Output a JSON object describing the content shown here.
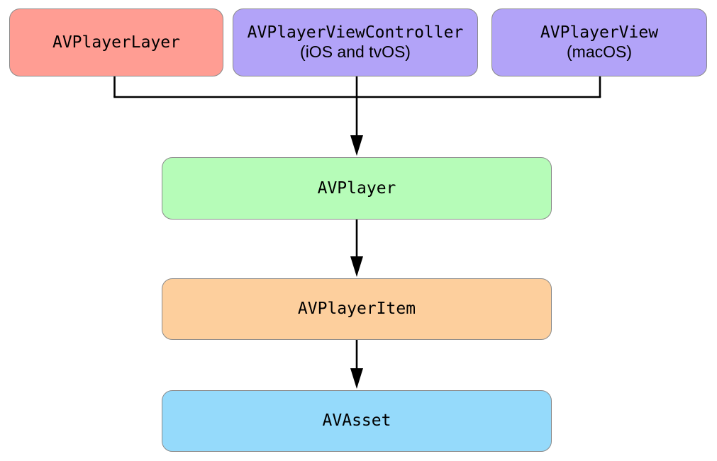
{
  "nodes": [
    {
      "label": "AVPlayerLayer",
      "fill": "#ff9d93"
    },
    {
      "label": "AVPlayerViewController",
      "sublabel": "(iOS and tvOS)",
      "fill": "#b2a3f8"
    },
    {
      "label": "AVPlayerView",
      "sublabel": "(macOS)",
      "fill": "#b2a3f8"
    },
    {
      "label": "AVPlayer",
      "fill": "#b6fcb8"
    },
    {
      "label": "AVPlayerItem",
      "fill": "#fdcf9d"
    },
    {
      "label": "AVAsset",
      "fill": "#95dafb"
    }
  ],
  "styles": {
    "node_border": "#8a8a8a",
    "connector": "#000000",
    "background": "#ffffff"
  }
}
